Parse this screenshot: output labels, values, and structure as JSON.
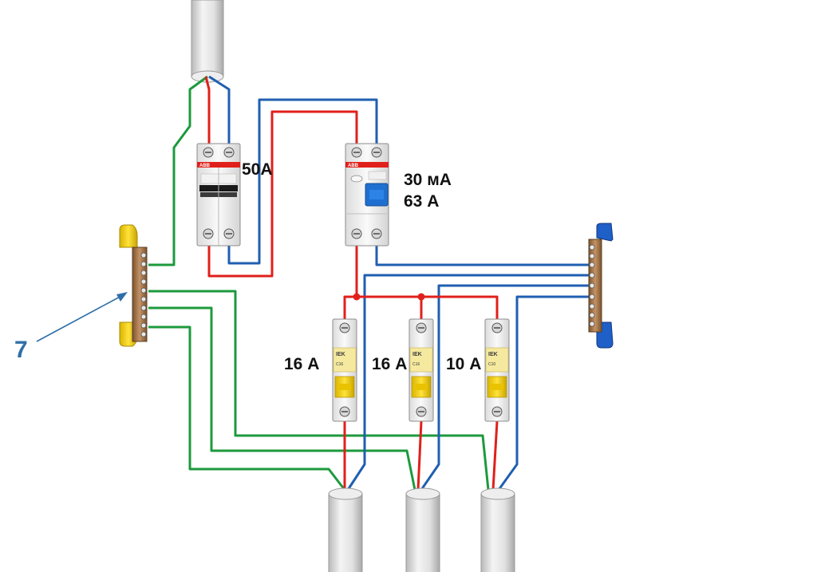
{
  "labels": {
    "main_breaker": "50А",
    "rcd_current": "30 мА",
    "rcd_rating": "63 А",
    "breaker_1": "16 А",
    "breaker_2": "16 А",
    "breaker_3": "10 А",
    "callout": "7"
  },
  "brands": {
    "main_breaker": "ABB",
    "rcd": "ABB",
    "breaker_1": "IEK",
    "breaker_2": "IEK",
    "breaker_3": "IEK"
  },
  "device_text": {
    "breaker_1": "C16",
    "breaker_2": "C16",
    "breaker_3": "C10"
  },
  "colors": {
    "phase_wire": "#e0201b",
    "neutral_wire": "#1f5fb0",
    "earth_wire": "#1c9a3c",
    "earth_bus_insulator": "#f2d21a",
    "neutral_bus_insulator": "#1f5fc8",
    "busbar": "#a8784a",
    "callout": "#2f6fa8"
  },
  "icons": {
    "cable": "cable-icon",
    "double_pole_breaker": "double-pole-breaker-icon",
    "rcd": "rcd-icon",
    "single_pole_breaker": "single-pole-breaker-icon",
    "busbar": "terminal-busbar-icon"
  }
}
